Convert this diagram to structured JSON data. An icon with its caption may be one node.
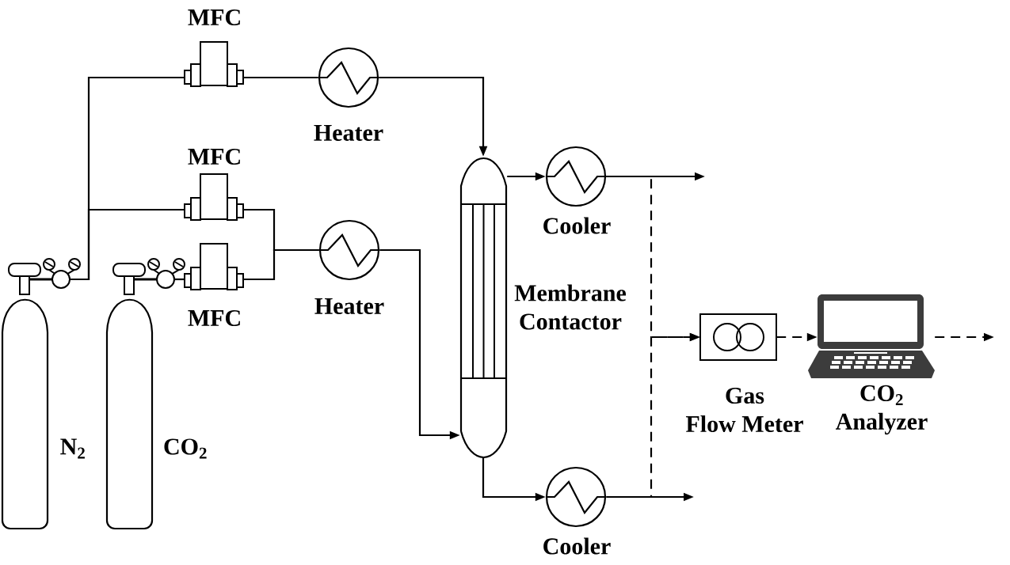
{
  "diagram": {
    "nodes": [
      {
        "text": [
          "N$_{2}$"
        ]
      },
      {
        "text": [
          "CO$_{2}$"
        ]
      },
      {
        "text": [
          "MFC"
        ]
      },
      {
        "text": [
          "MFC"
        ]
      },
      {
        "text": [
          "MFC"
        ]
      },
      {
        "text": [
          "Heater"
        ]
      },
      {
        "text": [
          "Heater"
        ]
      },
      {
        "text": [
          "Membrane Contactor"
        ]
      },
      {
        "text": [
          "Cooler"
        ]
      },
      {
        "text": [
          "Cooler"
        ]
      },
      {
        "text": [
          "Gas Flow Meter"
        ]
      },
      {
        "text": [
          "CO$_{2}$ Analyzer"
        ]
      }
    ],
    "edges": [
      {
        "from": 0,
        "to": 2,
        "arrow": "none"
      },
      {
        "from": 0,
        "to": 3,
        "arrow": "none"
      },
      {
        "from": 1,
        "to": 4,
        "arrow": "none"
      },
      {
        "from": 2,
        "to": 5,
        "arrow": "none"
      },
      {
        "from": 3,
        "to": 6,
        "arrow": "none"
      },
      {
        "from": 4,
        "to": 6,
        "arrow": "none"
      },
      {
        "from": 5,
        "to": 7,
        "arrow": "to"
      },
      {
        "from": 6,
        "to": 7,
        "arrow": "to"
      },
      {
        "from": 7,
        "to": 8,
        "arrow": "to"
      },
      {
        "from": 7,
        "to": 9,
        "arrow": "to"
      },
      {
        "from": 8,
        "to": null,
        "arrow": "to"
      },
      {
        "from": 9,
        "to": null,
        "arrow": "to"
      },
      {
        "from": 8,
        "to": 10,
        "arrow": "to",
        "style": "dashed"
      },
      {
        "from": 9,
        "to": 10,
        "arrow": "to",
        "style": "dashed"
      },
      {
        "from": 10,
        "to": 11,
        "arrow": "to",
        "style": "dashed"
      },
      {
        "from": 11,
        "to": null,
        "arrow": "to",
        "style": "dashed"
      }
    ]
  }
}
